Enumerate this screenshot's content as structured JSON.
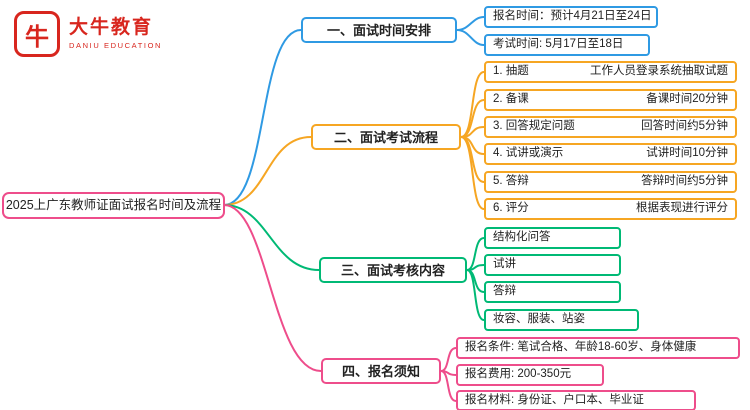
{
  "logo": {
    "icon_char": "牛",
    "title": "大牛教育",
    "subtitle": "DANIU EDUCATION",
    "brand_color": "#d8261e"
  },
  "center": {
    "label": "2025上广东教师证面试报名时间及流程"
  },
  "branches": [
    {
      "label": "一、面试时间安排",
      "color": "#2f9ae3",
      "leaves": [
        {
          "text": "报名时间：预计4月21日至24日"
        },
        {
          "text": "考试时间: 5月17日至18日"
        }
      ]
    },
    {
      "label": "二、面试考试流程",
      "color": "#f6a623",
      "leaves": [
        {
          "left": "1. 抽题",
          "right": "工作人员登录系统抽取试题"
        },
        {
          "left": "2. 备课",
          "right": "备课时间20分钟"
        },
        {
          "left": "3. 回答规定问题",
          "right": "回答时间约5分钟"
        },
        {
          "left": "4. 试讲或演示",
          "right": "试讲时间10分钟"
        },
        {
          "left": "5. 答辩",
          "right": "答辩时间约5分钟"
        },
        {
          "left": "6. 评分",
          "right": "根据表现进行评分"
        }
      ]
    },
    {
      "label": "三、面试考核内容",
      "color": "#00b975",
      "leaves": [
        {
          "text": "结构化问答"
        },
        {
          "text": "试讲"
        },
        {
          "text": "答辩"
        },
        {
          "text": "妆容、服装、站姿"
        }
      ]
    },
    {
      "label": "四、报名须知",
      "color": "#ee4d8b",
      "leaves": [
        {
          "text": "报名条件: 笔试合格、年龄18-60岁、身体健康"
        },
        {
          "text": "报名费用: 200-350元"
        },
        {
          "text": "报名材料: 身份证、户口本、毕业证"
        }
      ]
    }
  ]
}
